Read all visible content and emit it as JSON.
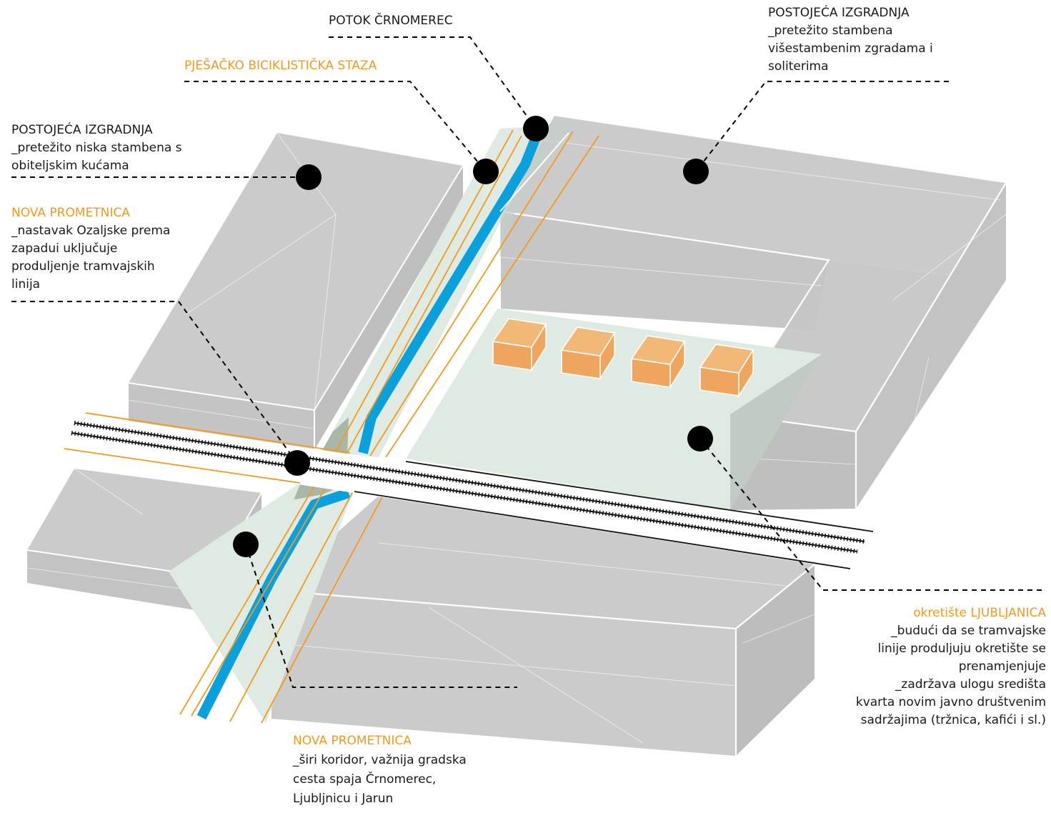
{
  "colors": {
    "block_fill": "#cbcbcb",
    "block_face": "#bdbdbd",
    "block_edge": "#ffffff",
    "green_zone": "#dfeae2",
    "stream": "#0aa0dc",
    "road_line": "#f39a1e",
    "kiosk_top": "#f2b877",
    "kiosk_side": "#eea65f",
    "marker": "#000000",
    "leader": "#000000",
    "label_black": "#1a1a1a",
    "label_orange": "#f39a1e"
  },
  "labels": {
    "potok": {
      "title": "POTOK ČRNOMEREC"
    },
    "staza": {
      "title": "PJEŠAČKO BICIKLISTIČKA STAZA"
    },
    "izgradnja_right": {
      "title": "POSTOJEĆA IZGRADNJA",
      "lines": [
        "_pretežito stambena",
        "višestambenim zgradama i",
        "soliterima"
      ]
    },
    "izgradnja_left": {
      "title": "POSTOJEĆA IZGRADNJA",
      "lines": [
        "_pretežito niska stambena s",
        "obiteljskim kućama"
      ]
    },
    "prometnica_left": {
      "title": "NOVA PROMETNICA",
      "lines": [
        "_nastavak Ozaljske prema",
        "zapadui uključuje",
        "produljenje tramvajskih",
        "linija"
      ]
    },
    "okretiste": {
      "title": "okretište LJUBLJANICA",
      "lines": [
        "_budući da se tramvajske",
        "linije produljuju okretište se",
        "prenamjenjuje",
        "_zadržava ulogu središta",
        "kvarta novim javno društvenim",
        "sadržajima (tržnica, kafići i sl.)"
      ]
    },
    "prometnica_bottom": {
      "title": "NOVA PROMETNICA",
      "lines": [
        "_širi koridor, važnija gradska",
        "cesta spaja Črnomerec,",
        "Ljubljnicu i Jarun"
      ]
    }
  }
}
